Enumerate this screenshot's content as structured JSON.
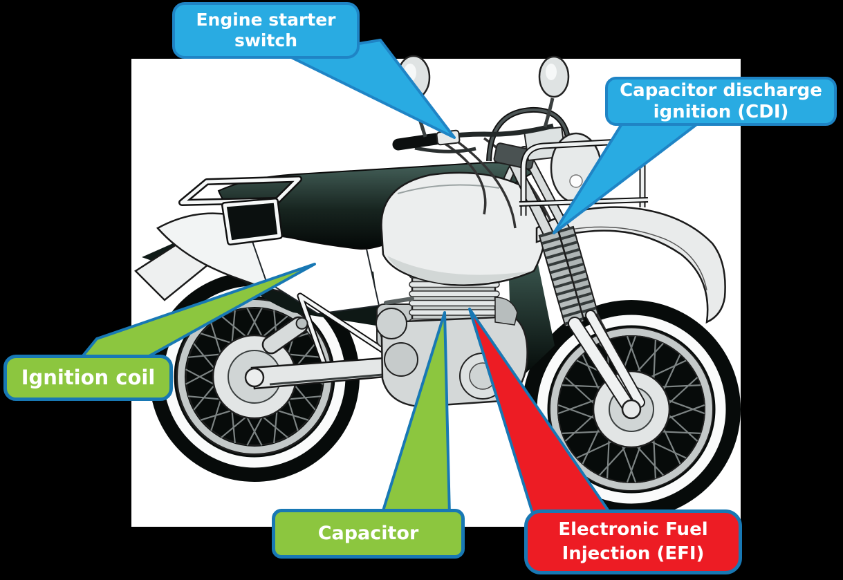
{
  "diagram": {
    "background": "#000000",
    "canvas": "#ffffff",
    "subject": "motorcycle-side-view-illustration",
    "callouts": [
      {
        "id": "engine-starter-switch",
        "label": "Engine starter switch",
        "fill": "#29abe2",
        "border": "#1f84c5",
        "text": "#ffffff"
      },
      {
        "id": "capacitor-discharge-ignition",
        "label": "Capacitor discharge ignition (CDI)",
        "fill": "#29abe2",
        "border": "#1f84c5",
        "text": "#ffffff"
      },
      {
        "id": "ignition-coil",
        "label": "Ignition coil",
        "fill": "#8cc63f",
        "border": "#1878b4",
        "text": "#ffffff"
      },
      {
        "id": "capacitor",
        "label": "Capacitor",
        "fill": "#8cc63f",
        "border": "#1878b4",
        "text": "#ffffff"
      },
      {
        "id": "electronic-fuel-injection",
        "label": "Electronic Fuel Injection (EFI)",
        "fill": "#ed1c24",
        "border": "#1878b4",
        "text": "#ffffff"
      }
    ]
  }
}
